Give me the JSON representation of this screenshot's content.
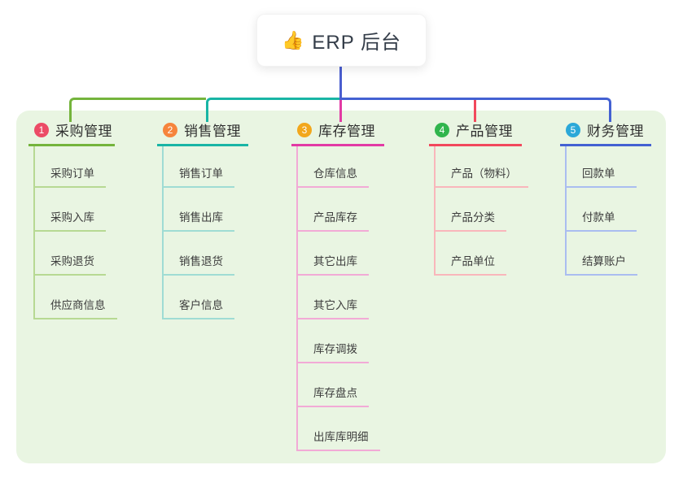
{
  "root": {
    "icon": "thumbs-up",
    "icon_glyph": "👍",
    "title": "ERP 后台"
  },
  "colors": {
    "page_bg": "#ffffff",
    "panel_bg": "#e9f5e2",
    "trunk_blue": "#4a5ecf",
    "root_box_bg": "#ffffff",
    "title_text": "#333c48",
    "header_text": "#2f2f2f",
    "child_text": "#3d3d3d"
  },
  "branches": [
    {
      "badge": "1",
      "label": "采购管理",
      "badge_color": "#ec4b66",
      "line_color": "#74b43c",
      "child_line_color": "#b7d993",
      "children": [
        "采购订单",
        "采购入库",
        "采购退货",
        "供应商信息"
      ]
    },
    {
      "badge": "2",
      "label": "销售管理",
      "badge_color": "#f6843c",
      "line_color": "#19b5a5",
      "child_line_color": "#9fdcd4",
      "children": [
        "销售订单",
        "销售出库",
        "销售退货",
        "客户信息"
      ]
    },
    {
      "badge": "3",
      "label": "库存管理",
      "badge_color": "#f2a71c",
      "line_color": "#e23aa4",
      "child_line_color": "#f2aad6",
      "children": [
        "仓库信息",
        "产品库存",
        "其它出库",
        "其它入库",
        "库存调拨",
        "库存盘点",
        "出库库明细"
      ]
    },
    {
      "badge": "4",
      "label": "产品管理",
      "badge_color": "#31b54d",
      "line_color": "#f2485c",
      "child_line_color": "#f9b6bb",
      "children": [
        "产品（物料）",
        "产品分类",
        "产品单位"
      ]
    },
    {
      "badge": "5",
      "label": "财务管理",
      "badge_color": "#2ba8d8",
      "line_color": "#4361d2",
      "child_line_color": "#aabdf0",
      "children": [
        "回款单",
        "付款单",
        "结算账户"
      ]
    }
  ]
}
